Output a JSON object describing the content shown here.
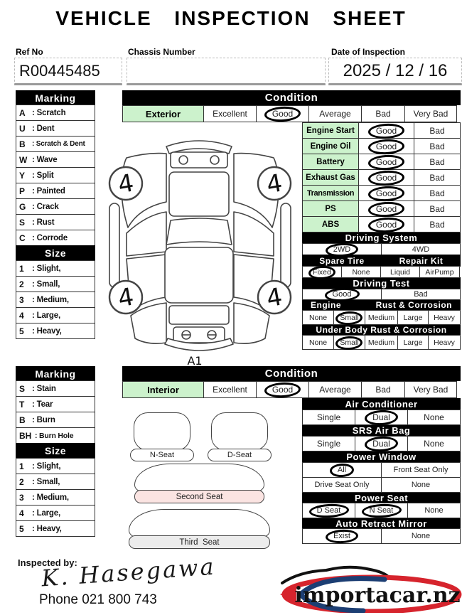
{
  "header": {
    "title": "VEHICLE INSPECTION SHEET",
    "ref": {
      "label": "Ref No",
      "value": "R00445485"
    },
    "chassis": {
      "label": "Chassis Number",
      "value": ""
    },
    "date": {
      "label": "Date of Inspection",
      "value": "2025 / 12 / 16"
    }
  },
  "colors": {
    "highlight_green": "#ccf2cc",
    "second_seat_pink": "#fbe4e2",
    "third_seat_gray": "#ececec",
    "logo_red": "#d6242d",
    "logo_blue": "#1c3e73"
  },
  "exterior": {
    "marking_title": "Marking",
    "marking": [
      {
        "code": "A",
        "desc": "Scratch"
      },
      {
        "code": "U",
        "desc": "Dent"
      },
      {
        "code": "B",
        "desc": "Scratch & Dent"
      },
      {
        "code": "W",
        "desc": "Wave"
      },
      {
        "code": "Y",
        "desc": "Split"
      },
      {
        "code": "P",
        "desc": "Painted"
      },
      {
        "code": "G",
        "desc": "Crack"
      },
      {
        "code": "S",
        "desc": "Rust"
      },
      {
        "code": "C",
        "desc": "Corrode"
      }
    ],
    "size_title": "Size",
    "size": [
      {
        "code": "1",
        "desc": "Slight,"
      },
      {
        "code": "2",
        "desc": "Small,"
      },
      {
        "code": "3",
        "desc": "Medium,"
      },
      {
        "code": "4",
        "desc": "Large,"
      },
      {
        "code": "5",
        "desc": "Heavy,"
      }
    ],
    "condition": {
      "title": "Condition",
      "label": "Exterior",
      "options": [
        "Excellent",
        "Good",
        "Average",
        "Bad",
        "Very Bad"
      ],
      "selected": "Good"
    },
    "systems": [
      {
        "label": "Engine Start",
        "options": [
          "Good",
          "Bad"
        ],
        "selected": "Good"
      },
      {
        "label": "Engine Oil",
        "options": [
          "Good",
          "Bad"
        ],
        "selected": "Good"
      },
      {
        "label": "Battery",
        "options": [
          "Good",
          "Bad"
        ],
        "selected": "Good"
      },
      {
        "label": "Exhaust Gas",
        "options": [
          "Good",
          "Bad"
        ],
        "selected": "Good"
      },
      {
        "label": "Transmission",
        "options": [
          "Good",
          "Bad"
        ],
        "selected": "Good"
      },
      {
        "label": "PS",
        "options": [
          "Good",
          "Bad"
        ],
        "selected": "Good"
      },
      {
        "label": "ABS",
        "options": [
          "Good",
          "Bad"
        ],
        "selected": "Good"
      }
    ],
    "driving_system": {
      "title": "Driving System",
      "options": [
        "2WD",
        "4WD"
      ],
      "selected": "2WD"
    },
    "spare_tire": {
      "title": "Spare Tire",
      "options": [
        "Fixed",
        "None"
      ],
      "selected": "Fixed"
    },
    "repair_kit": {
      "title": "Repair Kit",
      "options": [
        "Liquid",
        "AirPump"
      ],
      "selected": null
    },
    "driving_test": {
      "title": "Driving Test",
      "options": [
        "Good",
        "Bad"
      ],
      "selected": "Good"
    },
    "engine_rust": {
      "label_left": "Engine",
      "label_right": "Rust & Corrosion",
      "options": [
        "None",
        "Small",
        "Medium",
        "Large",
        "Heavy"
      ],
      "selected": "Small"
    },
    "under_body_rust": {
      "title": "Under Body Rust & Corrosion",
      "options": [
        "None",
        "Small",
        "Medium",
        "Large",
        "Heavy"
      ],
      "selected": "Small"
    }
  },
  "car_diagram": {
    "marks": [
      "4",
      "4",
      "4",
      "4"
    ],
    "zone_label": "A1"
  },
  "interior": {
    "marking_title": "Marking",
    "marking": [
      {
        "code": "S",
        "desc": "Stain"
      },
      {
        "code": "T",
        "desc": "Tear"
      },
      {
        "code": "B",
        "desc": "Burn"
      },
      {
        "code": "BH",
        "desc": "Burn Hole"
      }
    ],
    "size_title": "Size",
    "size": [
      {
        "code": "1",
        "desc": "Slight,"
      },
      {
        "code": "2",
        "desc": "Small,"
      },
      {
        "code": "3",
        "desc": "Medium,"
      },
      {
        "code": "4",
        "desc": "Large,"
      },
      {
        "code": "5",
        "desc": "Heavy,"
      }
    ],
    "condition": {
      "title": "Condition",
      "label": "Interior",
      "options": [
        "Excellent",
        "Good",
        "Average",
        "Bad",
        "Very Bad"
      ],
      "selected": "Good"
    },
    "air_conditioner": {
      "title": "Air Conditioner",
      "options": [
        "Single",
        "Dual",
        "None"
      ],
      "selected": "Dual"
    },
    "srs_air_bag": {
      "title": "SRS Air Bag",
      "options": [
        "Single",
        "Dual",
        "None"
      ],
      "selected": "Dual"
    },
    "power_window": {
      "title": "Power Window",
      "options": [
        "All",
        "Front Seat Only",
        "Drive Seat Only",
        "None"
      ],
      "selected": "All"
    },
    "power_seat": {
      "title": "Power Seat",
      "options": [
        "D Seat",
        "N Seat",
        "None"
      ],
      "selected": [
        "D Seat",
        "N Seat"
      ]
    },
    "auto_retract_mirror": {
      "title": "Auto Retract Mirror",
      "options": [
        "Exist",
        "None"
      ],
      "selected": "Exist"
    },
    "seats": {
      "n_seat": "N-Seat",
      "d_seat": "D-Seat",
      "second": "Second Seat",
      "third": "Third  Seat"
    }
  },
  "footer": {
    "inspected_by": "Inspected by:",
    "signature": "K. Hasegawa",
    "phone": "Phone  021 800 743",
    "logo_text": "importacar.nz"
  }
}
